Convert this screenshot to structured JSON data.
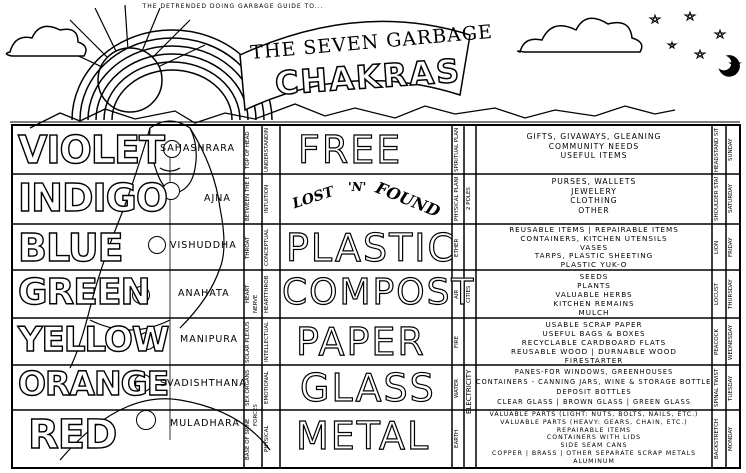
{
  "header": {
    "subtitle": "THE DETRENDED DOING GARBAGE GUIDE TO...",
    "title_top": "THE SEVEN GARBAGE",
    "title_main": "CHAKRAS"
  },
  "chakras": [
    {
      "color": "VIOLET",
      "sanskrit": "SAHASHRARA",
      "col_a": "TOP OF HEAD",
      "col_b": "UNDERSTANDING",
      "category": "FREE",
      "element": "SPIRITUAL PLANE",
      "right_a": "HEADSTAND SITTING",
      "right_b": "SUNDAY",
      "items": [
        "GIFTS, GIVAWAYS, GLEANING",
        "COMMUNITY NEEDS",
        "USEFUL ITEMS"
      ]
    },
    {
      "color": "INDIGO",
      "sanskrit": "AJNA",
      "col_a": "BETWEEN THE BROWS",
      "col_b": "INTUITION",
      "category": "LOST 'N' FOUND",
      "element": "PHYSICAL PLANE",
      "poles": "2 POLES",
      "right_a": "SHOULDER STAND",
      "right_b": "SATURDAY",
      "items": [
        "PURSES, WALLETS",
        "JEWELERY",
        "CLOTHING",
        "OTHER"
      ]
    },
    {
      "color": "BLUE",
      "sanskrit": "VISHUDDHA",
      "col_a": "THROAT",
      "col_b": "CONCEPTUAL",
      "category": "PLASTIC",
      "element": "ETHER",
      "right_a": "LION",
      "right_b": "FRIDAY",
      "items": [
        "REUSABLE ITEMS | REPAIRABLE ITEMS",
        "CONTAINERS, KITCHEN UTENSILS",
        "VASES",
        "TARPS, PLASTIC SHEETING",
        "PLASTIC YUK-O"
      ]
    },
    {
      "color": "GREEN",
      "sanskrit": "ANAHATA",
      "col_a": "HEART",
      "col_b": "HEARTTHROB",
      "category": "COMPOST",
      "element": "AIR",
      "cities": "CITIES",
      "right_a": "LOCUST",
      "right_b": "THURSDAY",
      "items": [
        "SEEDS",
        "PLANTS",
        "VALUABLE HERBS",
        "KITCHEN REMAINS",
        "MULCH"
      ]
    },
    {
      "color": "YELLOW",
      "sanskrit": "MANIPURA",
      "col_a": "SOLAR PLEXUS",
      "col_b": "INTELLECTUAL",
      "category": "PAPER",
      "element": "FIRE",
      "right_a": "PEACOCK",
      "right_b": "WEDNESDAY",
      "items": [
        "USABLE SCRAP PAPER",
        "USEFUL BAGS & BOXES",
        "RECYCLABLE CARDBOARD FLATS",
        "REUSABLE WOOD | DURNABLE WOOD",
        "FIRESTARTER"
      ]
    },
    {
      "color": "ORANGE",
      "sanskrit": "SVADISHTHANA",
      "col_a": "SEX ORGANS",
      "col_b": "EMOTIONAL",
      "category": "GLASS",
      "element": "WATER",
      "right_a": "SPINAL TWIST",
      "right_b": "TUESDAY",
      "items": [
        "PANES-FOR WINDOWS, GREENHOUSES",
        "CONTAINERS - CANNING JARS, WINE & STORAGE BOTTLES",
        "DEPOSIT BOTTLES",
        "CLEAR GLASS | BROWN GLASS | GREEN GLASS"
      ]
    },
    {
      "color": "RED",
      "sanskrit": "MULADHARA",
      "col_a": "BASE OF SPINE",
      "col_b": "PHYSICAL",
      "category": "METAL",
      "element": "EARTH",
      "right_a": "BACKSTRETCH",
      "right_b": "MONDAY",
      "items": [
        "VALUABLE PARTS (LIGHT: NUTS, BOLTS, NAILS, ETC.)",
        "VALUABLE PARTS (HEAVY: GEARS, CHAIN, ETC.)",
        "REPAIRABLE ITEMS",
        "CONTAINERS WITH LIDS",
        "SIDE SEAM CANS",
        "COPPER | BRASS | OTHER SEPARATE SCRAP METALS",
        "ALUMINUM"
      ]
    }
  ],
  "vertical_labels": {
    "electricity": "ELECTRICITY",
    "forces": "FORCES",
    "nerves": "NERVE"
  }
}
